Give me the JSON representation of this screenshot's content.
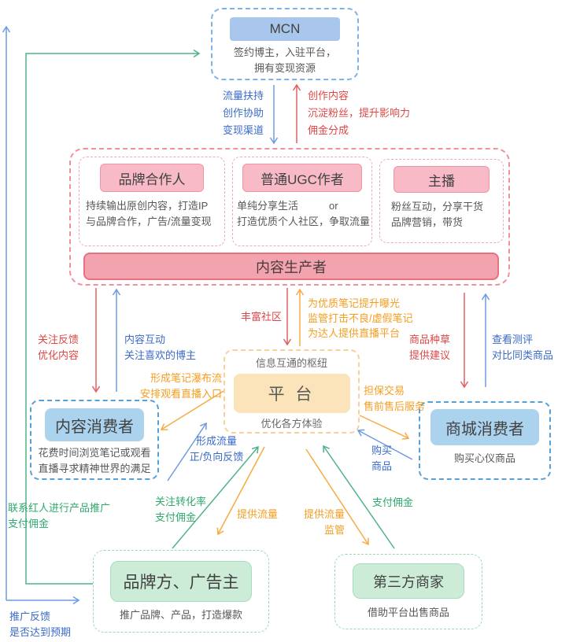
{
  "nodes": {
    "mcn": {
      "title": "MCN",
      "desc": "签约博主，入驻平台，\n拥有变现资源"
    },
    "brand_partner": {
      "title": "品牌合作人",
      "desc": "持续输出原创内容，打造IP\n与品牌合作，广告/流量变现"
    },
    "ugc_author": {
      "title": "普通UGC作者",
      "desc": "单纯分享生活　　　or\n打造优质个人社区，争取流量"
    },
    "streamer": {
      "title": "主播",
      "desc": "粉丝互动，分享干货\n品牌营销，带货"
    },
    "content_producer": {
      "title": "内容生产者"
    },
    "platform": {
      "subtitle_top": "信息互通的枢纽",
      "title": "平 台",
      "subtitle_bottom": "优化各方体验"
    },
    "content_consumer": {
      "title": "内容消费者",
      "desc": "花费时间浏览笔记或观看\n直播寻求精神世界的满足"
    },
    "mall_consumer": {
      "title": "商城消费者",
      "desc": "购买心仪商品"
    },
    "brand_advertiser": {
      "title": "品牌方、广告主",
      "desc": "推广品牌、产品，打造爆款"
    },
    "third_party_merchant": {
      "title": "第三方商家",
      "desc": "借助平台出售商品"
    }
  },
  "edge_labels": {
    "mcn_support": "流量扶持\n创作协助\n变现渠道",
    "creator_output": "创作内容\n沉淀粉丝，提升影响力\n佣金分成",
    "feedback_optimize": "关注反馈\n优化内容",
    "content_interact": "内容互动\n关注喜欢的博主",
    "enrich_community": "丰富社区",
    "platform_support_notes": "为优质笔记提升曝光\n监管打击不良/虚假笔记\n为达人提供直播平台",
    "product_seeding": "商品种草\n提供建议",
    "view_reviews": "查看测评\n对比同类商品",
    "note_feed": "形成笔记瀑布流\n安排观看直播入口",
    "traffic_feedback": "形成流量\n正/负向反馈",
    "guaranteed_trade": "担保交易\n售前售后服务",
    "buy_goods": "购买\n商品",
    "conversion_commission": "关注转化率\n支付佣金",
    "provide_traffic_brand": "提供流量",
    "provide_traffic_merchant": "提供流量\n监管",
    "pay_commission": "支付佣金",
    "contact_influencer": "联系红人进行产品推广\n支付佣金",
    "promo_feedback": "推广反馈\n是否达到预期"
  },
  "colors": {
    "blue_text": "#3a6bc9",
    "red_text": "#e04646",
    "orange_text": "#f59d20",
    "green_text": "#2fa96e",
    "pink_banner": "#f2a3ae",
    "platform_fill": "#fce4ba",
    "mcn_fill": "#a9c6ec",
    "consumer_fill": "#abd3ee",
    "green_fill": "#cdecd8"
  }
}
